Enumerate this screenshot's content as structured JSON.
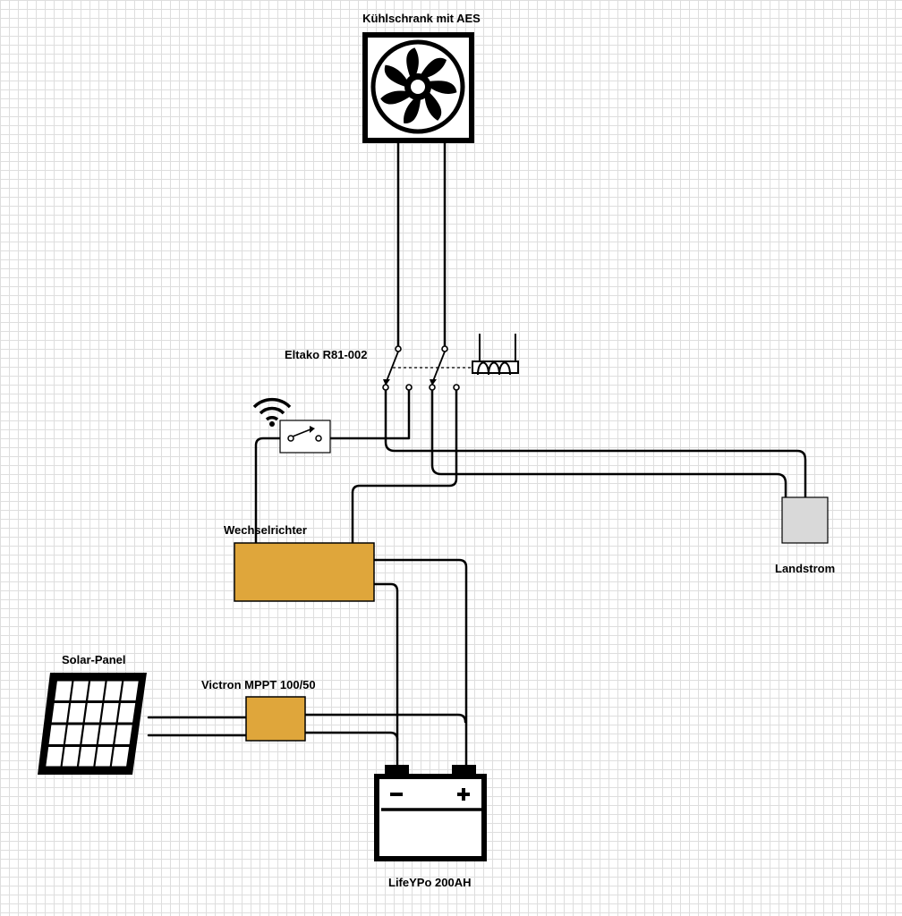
{
  "labels": {
    "fridge": "Kühlschrank mit AES",
    "relay": "Eltako R81-002",
    "inverter": "Wechselrichter",
    "shore": "Landstrom",
    "solar": "Solar-Panel",
    "mppt": "Victron MPPT 100/50",
    "battery": "LifeYPo 200AH"
  },
  "colors": {
    "module_fill": "#dfa63b",
    "shore_fill": "#d9d9d9",
    "wire": "#000000"
  },
  "icons": {
    "fridge": "fan-icon",
    "solar": "solar-panel-icon",
    "battery": "battery-icon",
    "wifi": "wifi-icon",
    "relay_coil": "coil-icon",
    "switch": "switch-icon"
  }
}
